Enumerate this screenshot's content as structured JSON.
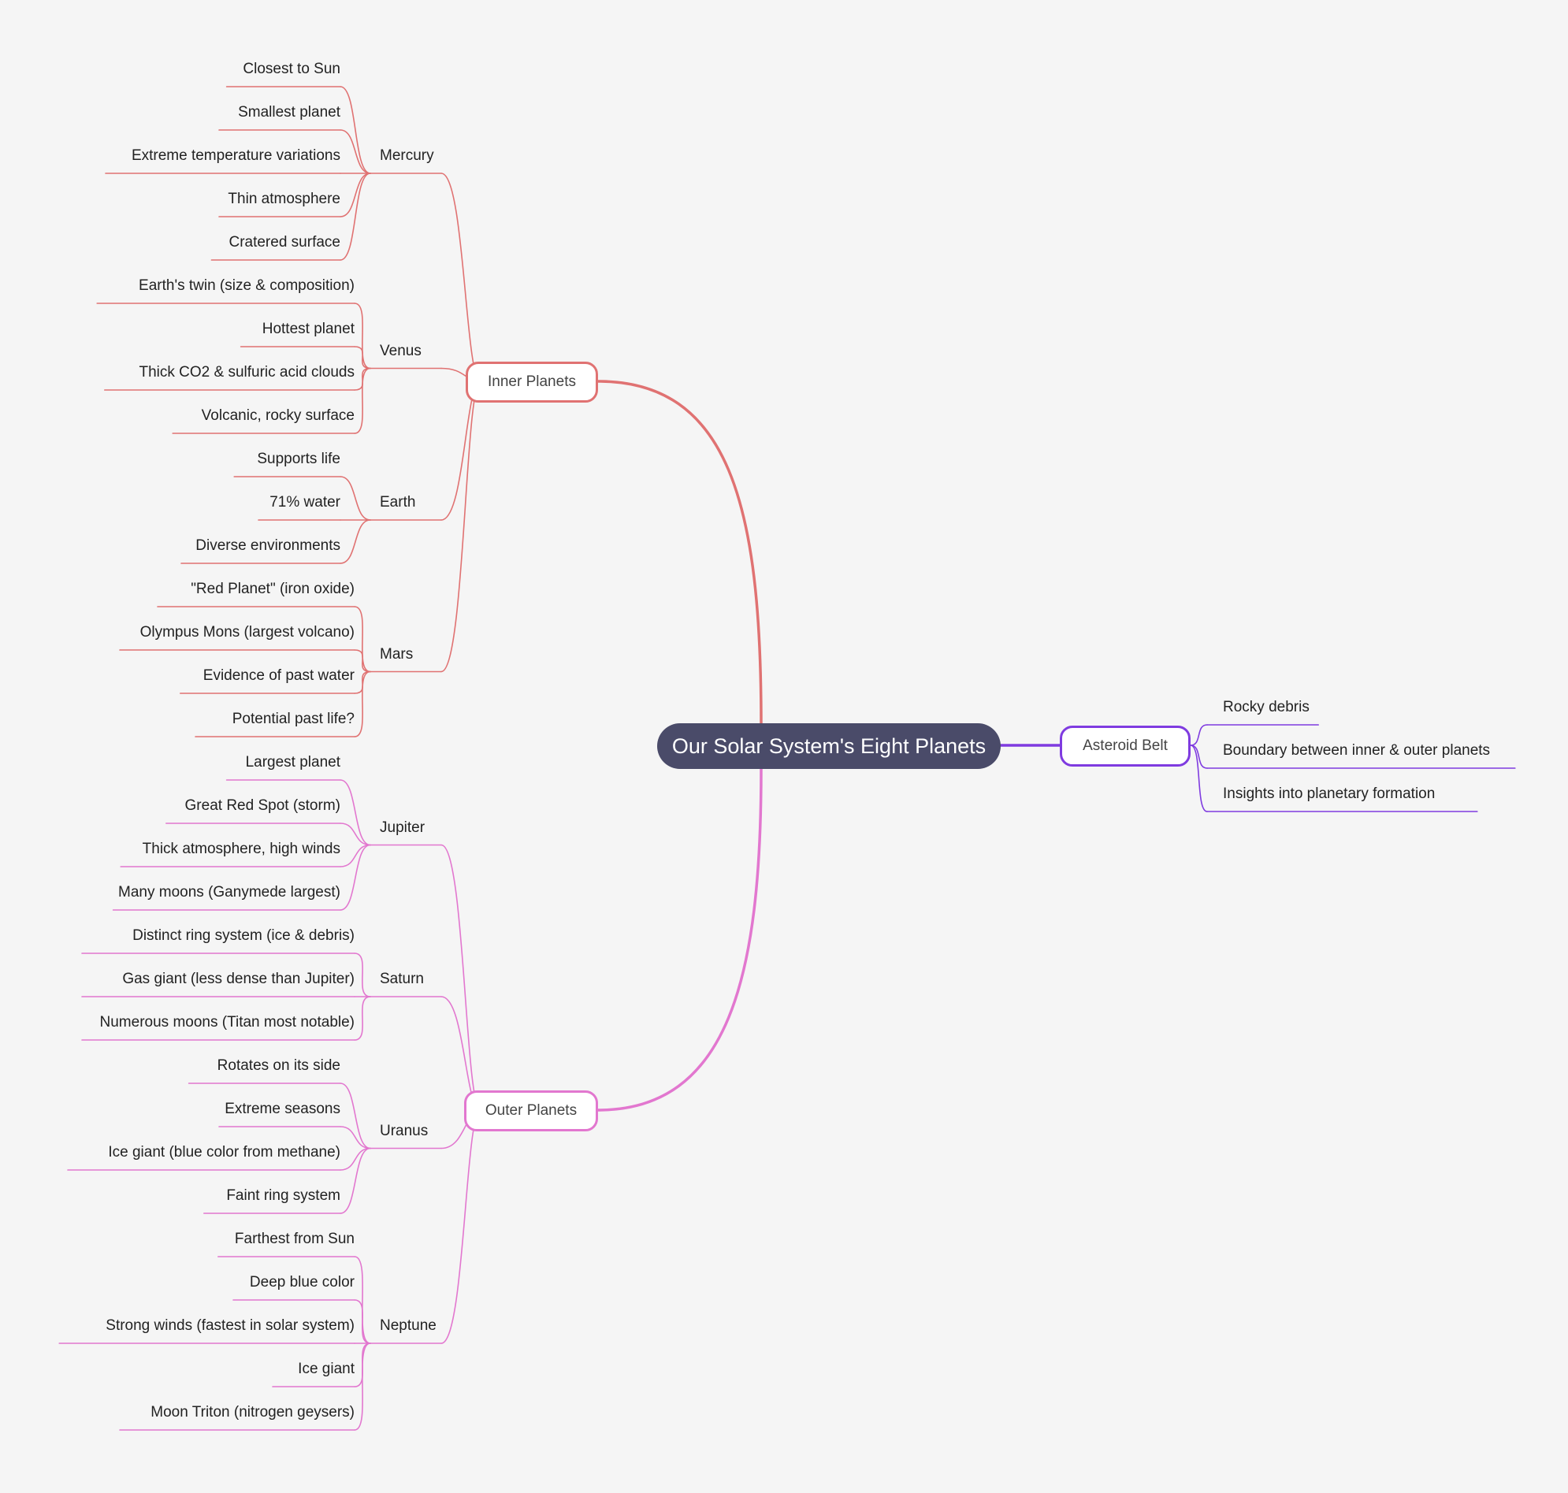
{
  "root": {
    "label": "Our Solar System's Eight Planets"
  },
  "colors": {
    "background": "#f5f5f5",
    "root_fill": "#4a4b69",
    "inner_planets": "#e07272",
    "outer_planets": "#e277cf",
    "asteroid_belt": "#7f3be0"
  },
  "inner": {
    "label": "Inner Planets",
    "planets": [
      {
        "name": "Mercury",
        "facts": [
          "Closest to Sun",
          "Smallest planet",
          "Extreme temperature variations",
          "Thin atmosphere",
          "Cratered surface"
        ]
      },
      {
        "name": "Venus",
        "facts": [
          "Earth's twin (size & composition)",
          "Hottest planet",
          "Thick CO2 & sulfuric acid clouds",
          "Volcanic, rocky surface"
        ]
      },
      {
        "name": "Earth",
        "facts": [
          "Supports life",
          "71% water",
          "Diverse environments"
        ]
      },
      {
        "name": "Mars",
        "facts": [
          "\"Red Planet\" (iron oxide)",
          "Olympus Mons (largest volcano)",
          "Evidence of past water",
          "Potential past life?"
        ]
      }
    ]
  },
  "outer": {
    "label": "Outer Planets",
    "planets": [
      {
        "name": "Jupiter",
        "facts": [
          "Largest planet",
          "Great Red Spot (storm)",
          "Thick atmosphere, high winds",
          "Many moons (Ganymede largest)"
        ]
      },
      {
        "name": "Saturn",
        "facts": [
          "Distinct ring system (ice & debris)",
          "Gas giant (less dense than Jupiter)",
          "Numerous moons (Titan most notable)"
        ]
      },
      {
        "name": "Uranus",
        "facts": [
          "Rotates on its side",
          "Extreme seasons",
          "Ice giant (blue color from methane)",
          "Faint ring system"
        ]
      },
      {
        "name": "Neptune",
        "facts": [
          "Farthest from Sun",
          "Deep blue color",
          "Strong winds (fastest in solar system)",
          "Ice giant",
          "Moon Triton (nitrogen geysers)"
        ]
      }
    ]
  },
  "asteroid": {
    "label": "Asteroid Belt",
    "facts": [
      "Rocky debris",
      "Boundary between inner & outer planets",
      "Insights into planetary formation"
    ]
  }
}
